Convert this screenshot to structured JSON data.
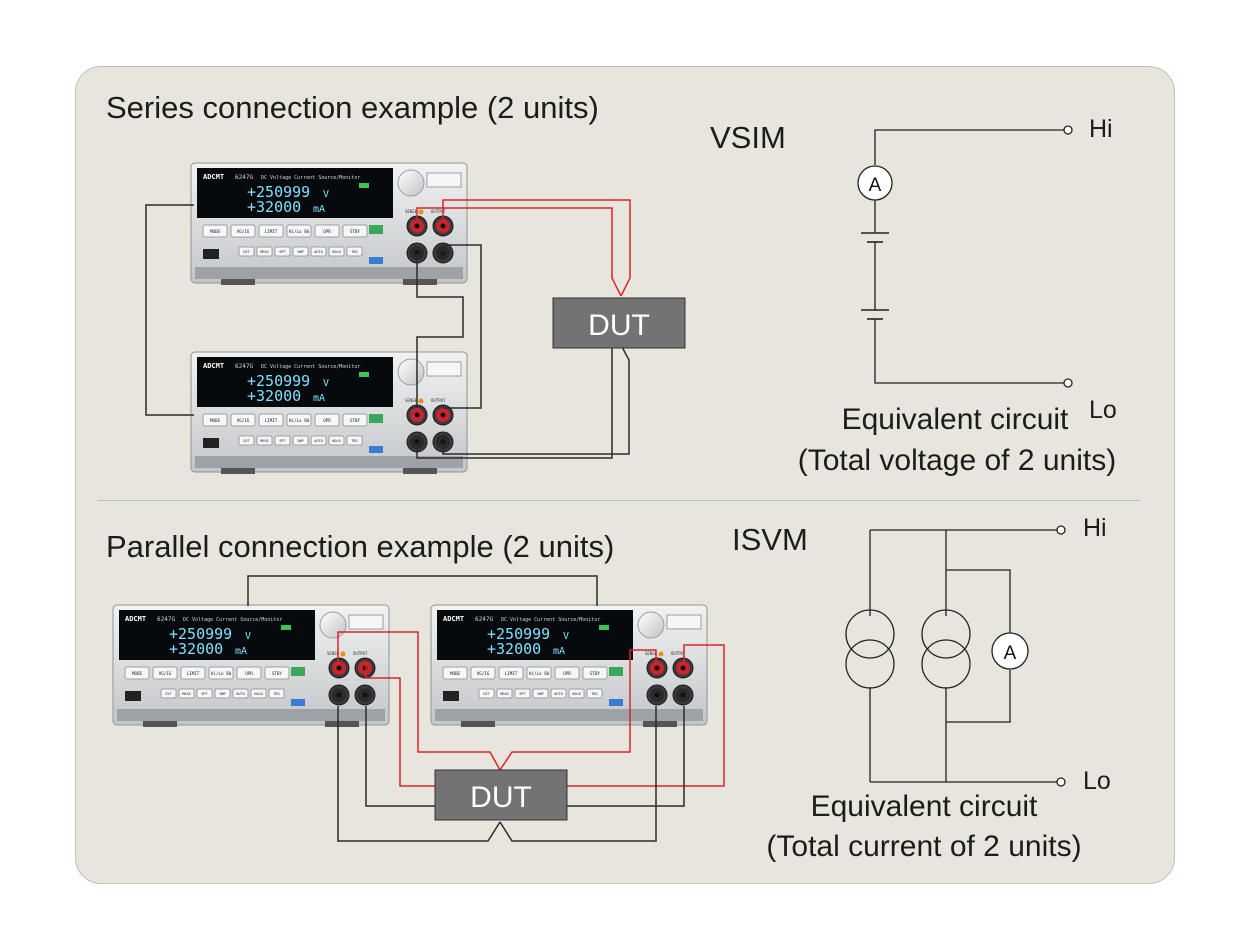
{
  "series": {
    "title": "Series connection example (2 units)",
    "mode": "VSIM",
    "dut": "DUT",
    "equiv_title": "Equivalent circuit",
    "equiv_sub": "(Total voltage of 2 units)",
    "hi": "Hi",
    "lo": "Lo",
    "meter": "A"
  },
  "parallel": {
    "title": "Parallel connection example (2 units)",
    "mode": "ISVM",
    "dut": "DUT",
    "equiv_title": "Equivalent circuit",
    "equiv_sub": "(Total current of 2 units)",
    "hi": "Hi",
    "lo": "Lo",
    "meter": "A"
  },
  "instrument": {
    "brand": "ADCMT",
    "model": "6247G",
    "desc": "DC Voltage Current Source/Monitor",
    "reading_v": "+250999",
    "unit_v": "V",
    "reading_i": "+32000",
    "unit_i": "mA",
    "keys_row1": [
      "MODE",
      "VG/IG",
      "LIMIT",
      "Hi/Lo SW",
      "OPR",
      "STBY"
    ],
    "keys_row2": [
      "EXT",
      "MEAS",
      "SPT",
      "SWP",
      "AUTO",
      "HOLD",
      "TRG"
    ],
    "sense_label": "SENSE",
    "output_label": "OUTPUT"
  },
  "colors": {
    "panel_bg": "#e8e5dc",
    "wire_red": "#d9262b",
    "wire_black": "#2b2b2b",
    "dut_fill": "#737373",
    "display_text": "#7fe0ff"
  }
}
